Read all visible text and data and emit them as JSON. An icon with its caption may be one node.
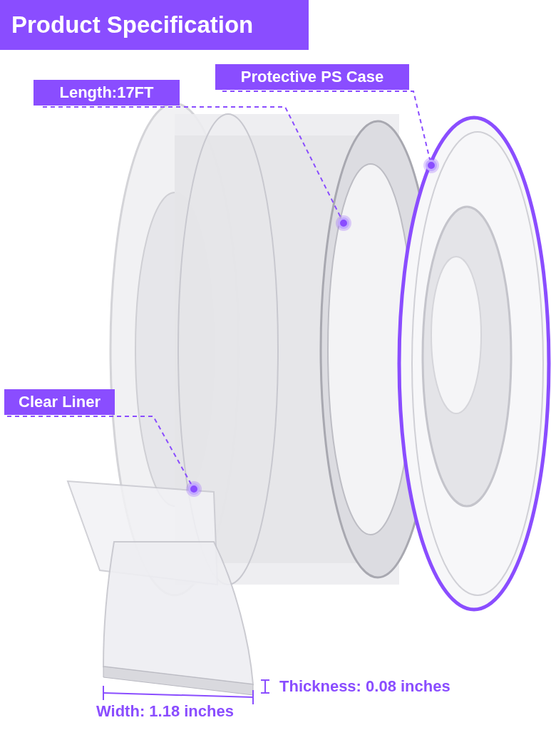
{
  "diagram": {
    "title": "Product Specification",
    "nodes": [
      {
        "text": [
          "Length:17FT"
        ]
      },
      {
        "text": [],
        "shape": "circle"
      },
      {
        "text": [
          "Protective PS Case"
        ]
      },
      {
        "text": [],
        "shape": "circle"
      },
      {
        "text": [
          "Clear Liner"
        ]
      },
      {
        "text": [],
        "shape": "circle"
      }
    ],
    "edges": [
      {
        "from": 0,
        "to": 1,
        "arrow": "none",
        "style": "dashed"
      },
      {
        "from": 2,
        "to": 3,
        "arrow": "none",
        "style": "dashed"
      },
      {
        "from": 4,
        "to": 5,
        "arrow": "none",
        "style": "dashed"
      }
    ],
    "labels": [
      "Thickness: 0.08 inches",
      "Width: 1.18 inches"
    ]
  }
}
